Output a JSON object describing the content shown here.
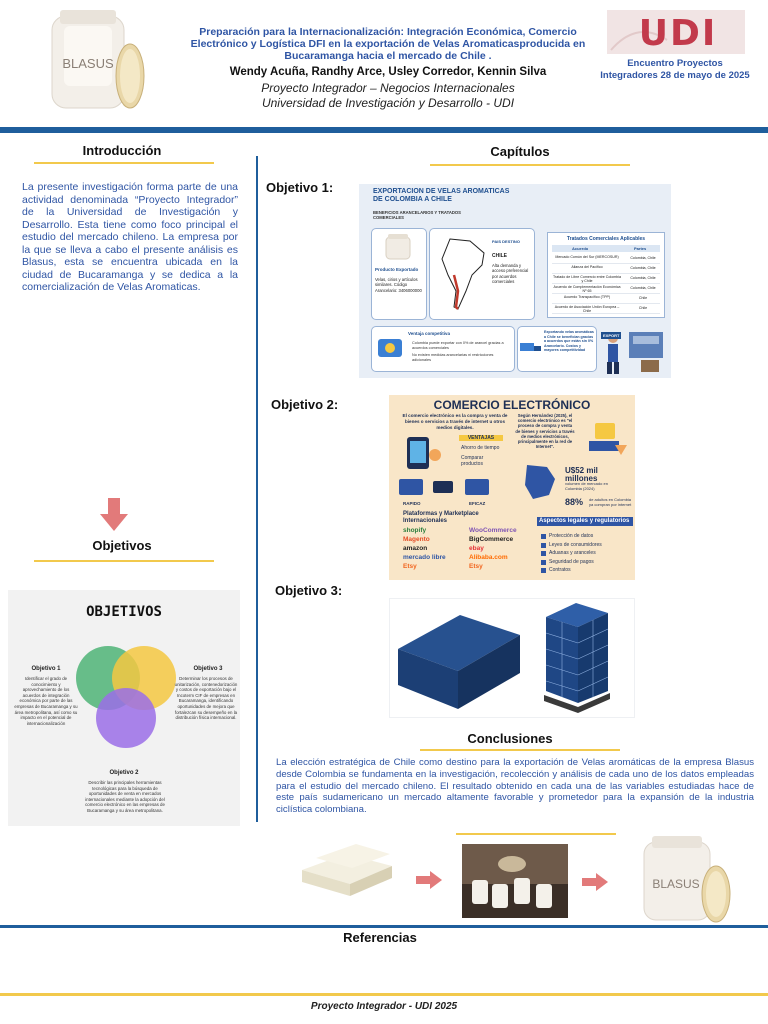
{
  "header": {
    "title": "Preparación para la Internacionalización: Integración Económica, Comercio Electrónico y Logística DFI en la exportación de Velas Aromaticasproducida en Bucaramanga hacia el mercado de Chile .",
    "authors": "Wendy Acuña, Randhy Arce, Usley Corredor, Kennin Silva",
    "subtitle1": "Proyecto Integrador – Negocios Internacionales",
    "subtitle2": "Universidad de Investigación y Desarrollo - UDI",
    "event": "Encuentro Proyectos Integradores 28 de mayo de 2025",
    "logo_text": "UDI",
    "candle_brand": "BLASUS"
  },
  "intro": {
    "heading": "Introducción",
    "text": "La presente investigación forma parte de una actividad denominada “Proyecto Integrador” de la Universidad de Investigación y Desarrollo. Esta tiene como foco principal el estudio del mercado chileno. La empresa por la que se lleva a cabo el presente análisis es Blasus, esta se encuentra ubicada en la ciudad de Bucaramanga y se dedica a la comercialización de Velas Aromaticas."
  },
  "objetivos": {
    "heading": "Objetivos",
    "graphic_title": "OBJETIVOS",
    "o1_title": "Objetivo 1",
    "o1_text": "Identificar el grado de conocimiento y aprovechamiento de los acuerdos de integración económica por parte de las empresas de Bucaramanga y su área metropolitana, así como su impacto en el potencial de internacionalización",
    "o2_title": "Objetivo 2",
    "o2_text": "Describir las principales herramientas tecnológicas para la búsqueda de oportunidades de venta en mercados internacionales mediante la adopción del comercio electrónico en las empresas de Bucaramanga y su área metropolitana.",
    "o3_title": "Objetivo 3",
    "o3_text": "Determinar los procesos de unitarización, contenedorización y costos de exportación bajo el Incoterm CIF de empresas en Bucaramanga, identificando oportunidades de mejora que fortalezcan su desempeño en la distribución física internacional."
  },
  "capitulos": {
    "heading": "Capítulos",
    "obj1_label": "Objetivo 1:",
    "obj2_label": "Objetivo 2:",
    "obj3_label": "Objetivo 3:",
    "img1": {
      "title": "EXPORTACION DE VELAS AROMATICAS DE COLOMBIA A CHILE",
      "subtitle": "BENEFICIOS ARANCELARIOS Y TRATADOS COMERCIALES",
      "product_label": "Producto Exportado",
      "product_text": "Velas, cirios y artículos similares. Código Arancelario: 3406000000",
      "dest_label": "PAIS DESTINO",
      "dest_country": "CHILE",
      "dest_text": "Alta demanda y acceso preferencial por acuerdos comerciales",
      "table_title": "Tratados Comerciales Aplicables",
      "col1": "Acuerdo",
      "col2": "Partes",
      "rows": [
        [
          "Mercado Común del Sur (MERCOSUR)",
          "Colombia, Chile"
        ],
        [
          "Alianza del Pacífico",
          "Colombia, Chile"
        ],
        [
          "Tratado de Libre Comercio entre Colombia y Chile",
          "Colombia, Chile"
        ],
        [
          "Acuerdo de Complementación Económica Nº 65",
          "Colombia, Chile"
        ],
        [
          "Acuerdo Transpacífico (TPP)",
          "Chile"
        ],
        [
          "Acuerdo de Asociación Unión Europea – Chile",
          "Chile"
        ]
      ],
      "advantage_title": "Ventaja competitiva",
      "advantage_1": "Colombia puede exportar con 0% de arancel gracias a acuerdos comerciales",
      "advantage_2": "No existen medidas arancelarias ni restricciones adicionales",
      "export_text": "Exportando velas aromáticas a Chile se benefician gracias a acuerdos que están sin 0% Arancelario. Costos y mayores competitividad",
      "export_tag": "EXPORT"
    },
    "img2": {
      "title": "COMERCIO ELECTRÓNICO",
      "left_text": "El comercio electrónico es la compra y venta de bienes o servicios a través de internet u otros medios digitales.",
      "right_text": "Según Hernández (2025), el comercio electrónico es \"el proceso de compra y venta de bienes y servicios a través de medios electrónicos, principalmente en la red de Internet\".",
      "ventajas": "VENTAJAS",
      "v1": "Ahorro de tiempo",
      "v2": "Comparar productos",
      "rapido": "RAPIDO",
      "eficaz": "EFICAZ",
      "stat1": "U$52 mil millones",
      "stat1_text": "volumen de mercado en Colombia (2024)",
      "stat2": "88%",
      "stat2_text": "de adultos en Colombia ya compran por internet",
      "platforms_title": "Plataformas y Marketplace Internacionales",
      "platforms": [
        "shopify",
        "WooCommerce",
        "Magento",
        "BigCommerce",
        "amazon",
        "ebay",
        "mercado libre",
        "Alibaba.com",
        "Etsy",
        "Etsy"
      ],
      "legal_title": "Aspectos legales y regulatorios",
      "legal": [
        "Protección de datos",
        "Leyes de consumidores",
        "Aduanas y aranceles",
        "Seguridad de pagos",
        "Contratos"
      ]
    }
  },
  "conclusiones": {
    "heading": "Conclusiones",
    "text": "La elección estratégica de Chile como destino para la exportación de Velas aromáticas de la empresa Blasus desde Colombia se fundamenta en la investigación, recolección y análisis de cada uno de los datos empleadas para el estudio del mercado chileno. El resultado obtenido en cada una de las variables estudiadas hace de este país sudamericano un mercado altamente favorable y prometedor para la expansión de la industria ciclística colombiana."
  },
  "referencias": {
    "heading": "Referencias"
  },
  "footer": {
    "text": "Proyecto Integrador - UDI 2025"
  },
  "colors": {
    "primary_blue": "#1f5e9c",
    "accent_yellow": "#f2c94c",
    "text_blue": "#2f55a4"
  }
}
